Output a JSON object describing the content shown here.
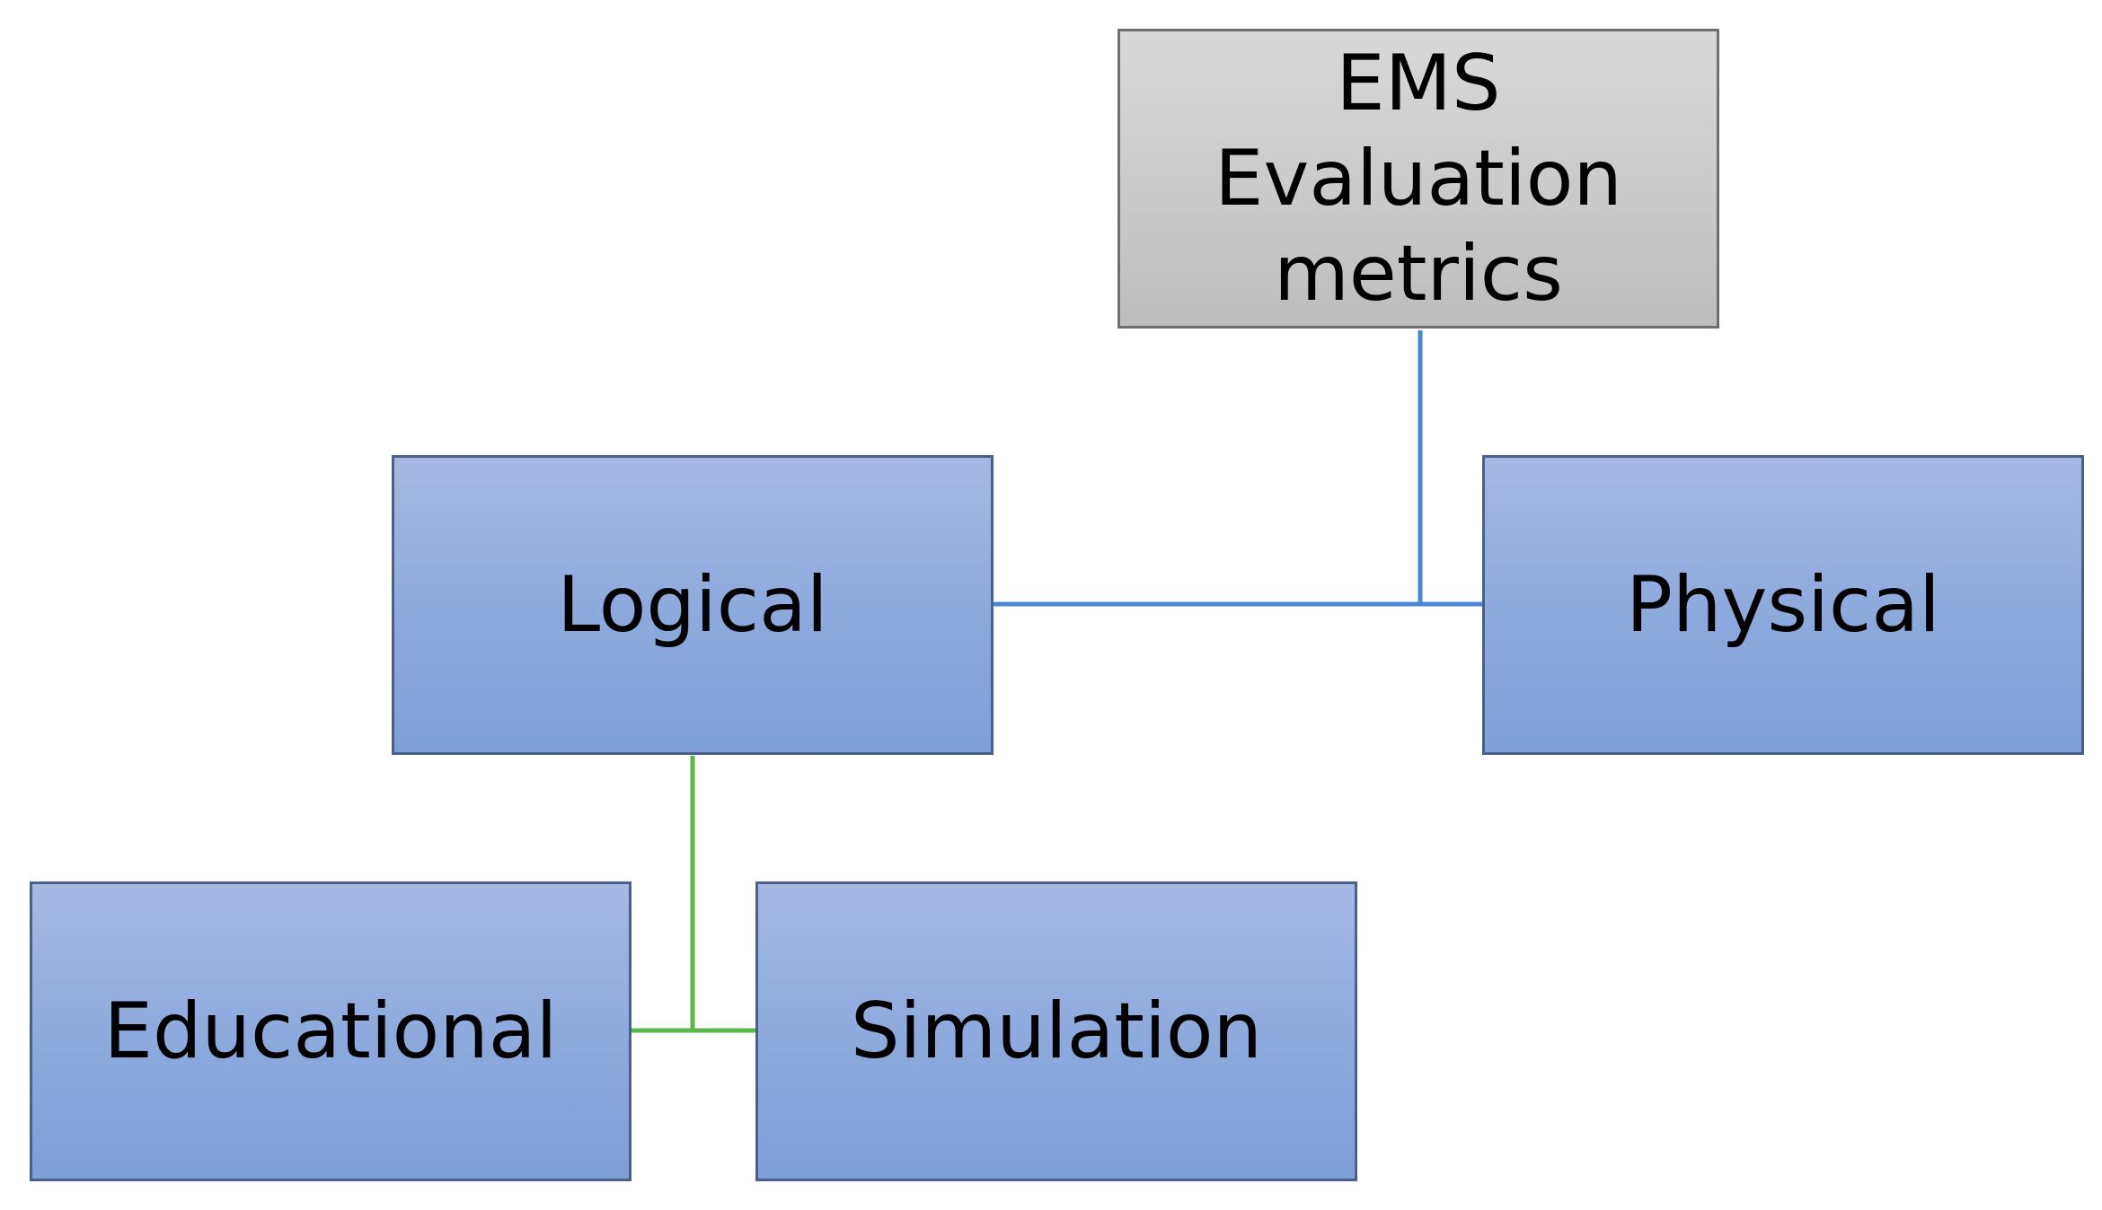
{
  "nodes": {
    "root": "EMS Evaluation\nmetrics",
    "logical": "Logical",
    "physical": "Physical",
    "educational": "Educational",
    "simulation": "Simulation"
  },
  "colors": {
    "blue_connector": "#4a86d4",
    "green_connector": "#58b947",
    "blue_node": "#8ca9dd",
    "gray_node": "#c9c9c9"
  }
}
